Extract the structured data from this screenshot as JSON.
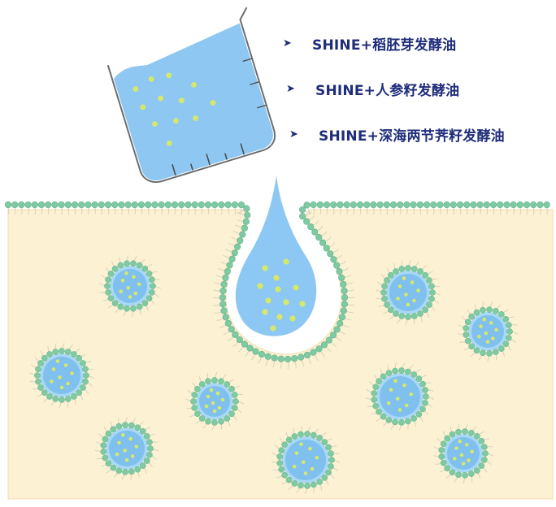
{
  "legend": {
    "bullet_glyph": "➤",
    "items": [
      {
        "label": "SHINE+稻胚芽发酵油"
      },
      {
        "label": "SHINE+人参籽发酵油"
      },
      {
        "label": "SHINE+深海两节荠籽发酵油"
      }
    ]
  },
  "colors": {
    "tissue": "#fdf1d4",
    "tissue_edge": "#f3dcae",
    "lipid_head": "#7fc9a3",
    "lipid_head_dark": "#5fb487",
    "lipid_tail": "#d9d2bb",
    "vesicle_core": "#a8d8f5",
    "vesicle_inner": "#7fc0ee",
    "droplet": "#8cc8f3",
    "particle": "#d6e86a",
    "beaker_fill": "#8ec8f2",
    "beaker_outline": "#6d6d6d",
    "text": "#1f2d7a"
  }
}
